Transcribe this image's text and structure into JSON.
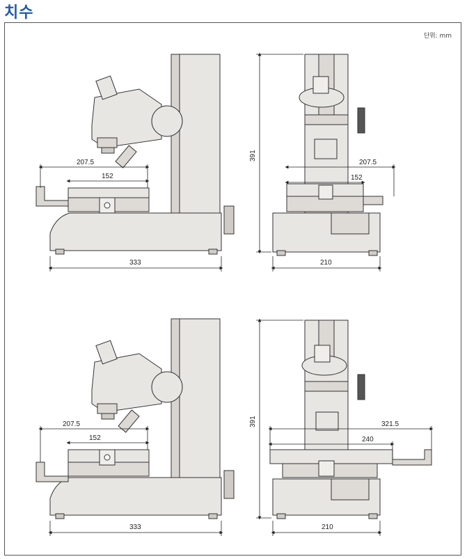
{
  "page": {
    "title": "치수",
    "unit_label": "단위: mm"
  },
  "views": {
    "top_side": {
      "width_total": "207.5",
      "stage_width": "152",
      "base_width": "333"
    },
    "top_front": {
      "height": "391",
      "width_total": "207.5",
      "stage_width": "152",
      "base_width": "210"
    },
    "bottom_side": {
      "width_total": "207.5",
      "stage_width": "152",
      "base_width": "333"
    },
    "bottom_front": {
      "height": "391",
      "width_total": "321.5",
      "stage_width": "240",
      "base_width": "210"
    }
  },
  "colors": {
    "body": "#e8e6e3",
    "shade": "#cfccc8",
    "line": "#333333",
    "title": "#1f5da8"
  }
}
